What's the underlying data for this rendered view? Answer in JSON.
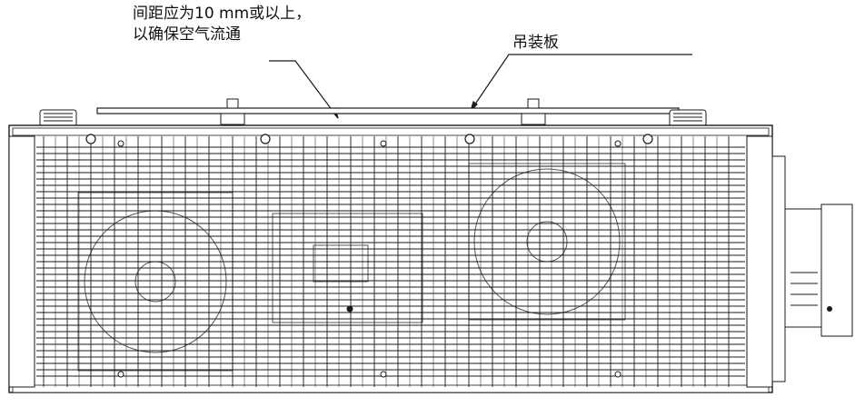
{
  "labels": {
    "gap_line1": "间距应为10 mm或以上，",
    "gap_line2": "以确保空气流通",
    "plate": "吊装板"
  },
  "colors": {
    "line": "#1a1a1a",
    "body": "#ffffff"
  }
}
